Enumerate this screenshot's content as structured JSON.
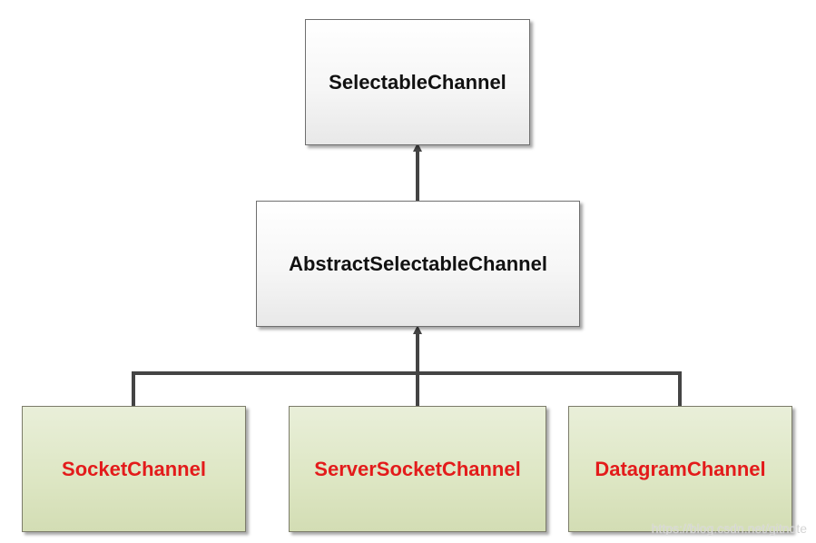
{
  "diagram": {
    "nodes": {
      "selectable_channel": "SelectableChannel",
      "abstract_selectable_channel": "AbstractSelectableChannel",
      "socket_channel": "SocketChannel",
      "server_socket_channel": "ServerSocketChannel",
      "datagram_channel": "DatagramChannel"
    },
    "colors": {
      "parent_text": "#111111",
      "child_text": "#e31b1b",
      "child_fill": "#dde6c3",
      "parent_fill": "#f6f6f6",
      "connector": "#444444"
    }
  },
  "watermark": "https://blog.csdn.net/gitnote"
}
